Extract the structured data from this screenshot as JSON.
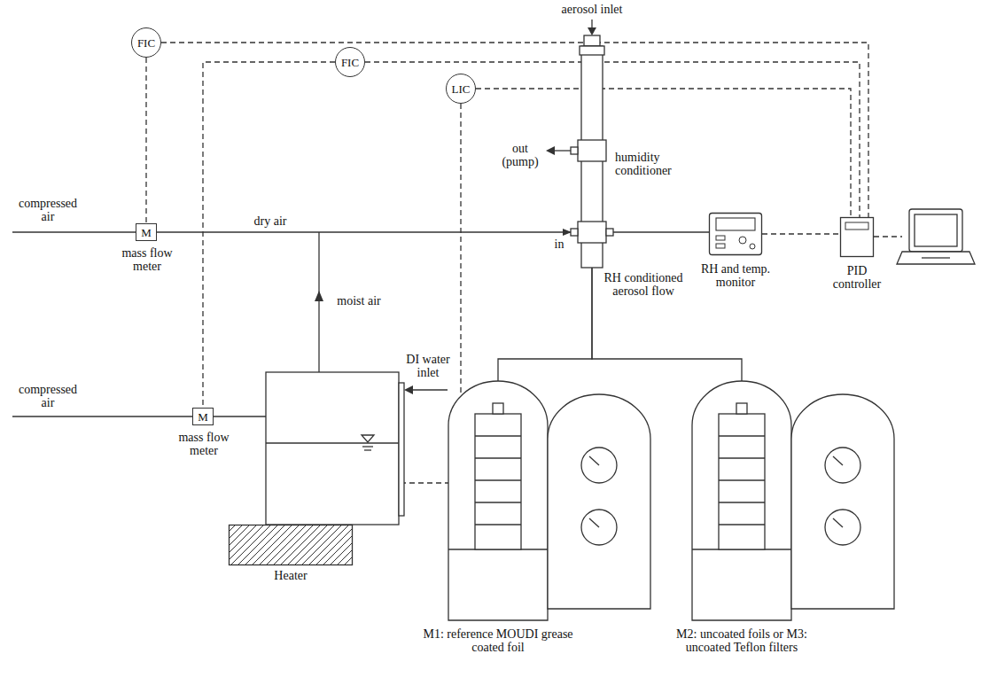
{
  "diagram": {
    "nodes": [
      {
        "text": [
          "FIC"
        ]
      },
      {
        "text": [
          "FIC"
        ]
      },
      {
        "text": [
          "LIC"
        ]
      },
      {
        "text": [
          "humidity conditioner"
        ]
      },
      {
        "text": [
          "M",
          "mass flow meter"
        ]
      },
      {
        "text": [
          "RH and temp. monitor"
        ]
      },
      {
        "text": [
          "PID controller"
        ]
      },
      {
        "text": [
          "M",
          "mass flow meter"
        ]
      },
      {
        "text": [
          "Heater"
        ]
      },
      {
        "text": [
          "M1: reference MOUDI grease coated foil"
        ]
      },
      {
        "text": [
          "M2: uncoated foils or M3: uncoated Teflon filters"
        ]
      }
    ],
    "edges": [
      {
        "from": 0,
        "to": 4,
        "arrow": "none"
      },
      {
        "from": 0,
        "to": 6,
        "arrow": "none"
      },
      {
        "from": 1,
        "to": 7,
        "arrow": "none"
      },
      {
        "from": 1,
        "to": 6,
        "arrow": "none"
      },
      {
        "from": 2,
        "to": 6,
        "arrow": "none"
      },
      {
        "from": 4,
        "to": 3,
        "label": "dry air",
        "arrow": "to"
      },
      {
        "from": 3,
        "to": 5,
        "arrow": "none"
      },
      {
        "from": 5,
        "to": 6,
        "arrow": "none"
      },
      {
        "from": 3,
        "to": 9,
        "arrow": "to"
      },
      {
        "from": 3,
        "to": 10,
        "arrow": "to"
      }
    ],
    "labels": [
      "aerosol inlet",
      "out (pump)",
      "compressed air",
      "in",
      "RH conditioned aerosol flow",
      "moist air",
      "DI water inlet",
      "compressed air"
    ]
  }
}
